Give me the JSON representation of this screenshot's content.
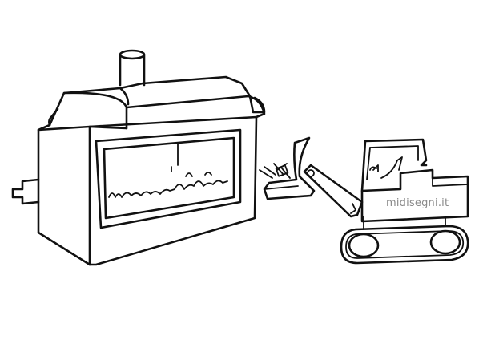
{
  "image": {
    "background": "#ffffff",
    "ink_color": "#111111",
    "watermark": {
      "text": "midisegni.it",
      "color": "#8a8a8a"
    },
    "objects": [
      {
        "name": "stove",
        "icon": "wood-stove-icon"
      },
      {
        "name": "bulldozer",
        "icon": "bulldozer-icon"
      }
    ]
  }
}
